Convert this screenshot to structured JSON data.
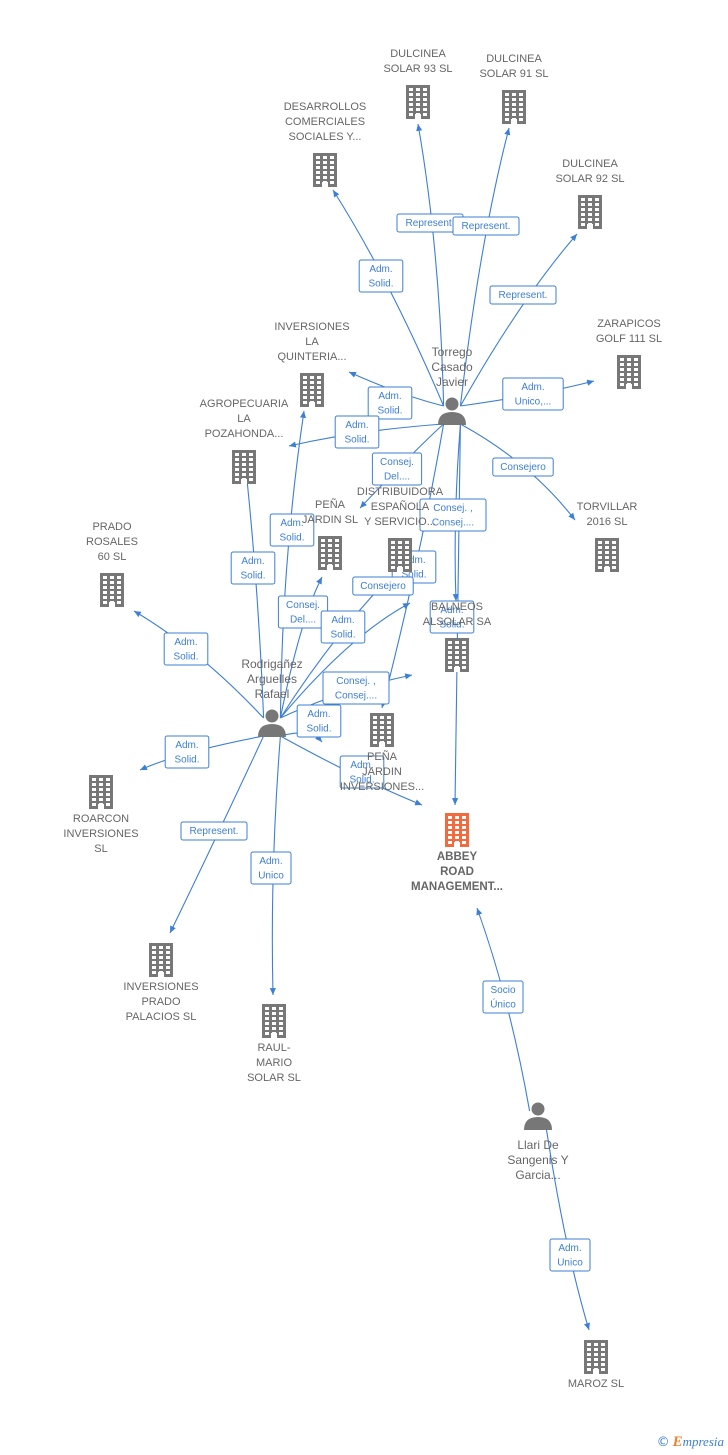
{
  "colors": {
    "edge": "#3d7fd4",
    "node": "#777777",
    "highlight": "#f26a3d",
    "text": "#666666"
  },
  "companies": [
    {
      "id": "dulcinea93",
      "lines": [
        "DULCINEA",
        "SOLAR 93 SL"
      ],
      "highlight": false
    },
    {
      "id": "dulcinea91",
      "lines": [
        "DULCINEA",
        "SOLAR 91 SL"
      ],
      "highlight": false
    },
    {
      "id": "desarrollos",
      "lines": [
        "DESARROLLOS",
        "COMERCIALES",
        "SOCIALES Y..."
      ],
      "highlight": false
    },
    {
      "id": "dulcinea92",
      "lines": [
        "DULCINEA",
        "SOLAR 92 SL"
      ],
      "highlight": false
    },
    {
      "id": "quinteria",
      "lines": [
        "INVERSIONES",
        "LA",
        "QUINTERIA..."
      ],
      "highlight": false
    },
    {
      "id": "zarapicos",
      "lines": [
        "ZARAPICOS",
        "GOLF 111 SL"
      ],
      "highlight": false
    },
    {
      "id": "pozahonda",
      "lines": [
        "AGROPECUARIA",
        "LA",
        "POZAHONDA..."
      ],
      "highlight": false
    },
    {
      "id": "distribuidora",
      "lines": [
        "DISTRIBUIDORA",
        "ESPAÑOLA",
        "Y SERVICIO..."
      ],
      "highlight": false
    },
    {
      "id": "pena_jardin",
      "lines": [
        "PEÑA",
        "JARDIN  SL"
      ],
      "highlight": false
    },
    {
      "id": "torvillar",
      "lines": [
        "TORVILLAR",
        "2016  SL"
      ],
      "highlight": false
    },
    {
      "id": "prado60",
      "lines": [
        "PRADO",
        "ROSALES",
        "60  SL"
      ],
      "highlight": false
    },
    {
      "id": "alsolar",
      "lines": [
        "BALNEOS",
        "ALSOLAR SA"
      ],
      "highlight": false
    },
    {
      "id": "pena_inv",
      "lines": [
        "PEÑA",
        "JARDIN",
        "INVERSIONES..."
      ],
      "highlight": false
    },
    {
      "id": "roarcon",
      "lines": [
        "ROARCON",
        "INVERSIONES",
        "SL"
      ],
      "highlight": false
    },
    {
      "id": "abbey",
      "lines": [
        "ABBEY",
        "ROAD",
        "MANAGEMENT..."
      ],
      "highlight": true
    },
    {
      "id": "prado_palacios",
      "lines": [
        "INVERSIONES",
        "PRADO",
        "PALACIOS  SL"
      ],
      "highlight": false
    },
    {
      "id": "raul",
      "lines": [
        "RAUL-",
        "MARIO",
        "SOLAR SL"
      ],
      "highlight": false
    },
    {
      "id": "maroz",
      "lines": [
        "MAROZ  SL"
      ],
      "highlight": false
    }
  ],
  "persons": [
    {
      "id": "torrego",
      "lines": [
        "Torrego",
        "Casado",
        "Javier"
      ]
    },
    {
      "id": "rodriganez",
      "lines": [
        "Rodrigañez",
        "Arguelles",
        "Rafael"
      ]
    },
    {
      "id": "llari",
      "lines": [
        "Llari De",
        "Sangenis Y",
        "Garcia..."
      ]
    }
  ],
  "edges": [
    {
      "from": "torrego",
      "to": "dulcinea93",
      "label": [
        "Represent."
      ]
    },
    {
      "from": "torrego",
      "to": "dulcinea91",
      "label": [
        "Represent."
      ]
    },
    {
      "from": "torrego",
      "to": "desarrollos",
      "label": [
        "Adm.",
        "Solid."
      ]
    },
    {
      "from": "torrego",
      "to": "dulcinea92",
      "label": [
        "Represent."
      ]
    },
    {
      "from": "torrego",
      "to": "zarapicos",
      "label": [
        "Adm.",
        "Unico,..."
      ]
    },
    {
      "from": "torrego",
      "to": "quinteria",
      "label": [
        "Adm.",
        "Solid."
      ]
    },
    {
      "from": "torrego",
      "to": "pozahonda",
      "label": [
        "Adm.",
        "Solid."
      ]
    },
    {
      "from": "torrego",
      "to": "distribuidora",
      "label": [
        "Consej.",
        "Del...."
      ]
    },
    {
      "from": "torrego",
      "to": "torvillar",
      "label": [
        "Consejero"
      ]
    },
    {
      "from": "torrego",
      "to": "alsolar",
      "label": [
        "Consej. ,",
        "Consej...."
      ]
    },
    {
      "from": "torrego",
      "to": "pena_inv",
      "label": [
        "Adm.",
        "Solid."
      ]
    },
    {
      "from": "torrego",
      "to": "abbey",
      "label": [
        "Adm.",
        "Solid."
      ]
    },
    {
      "from": "rodriganez",
      "to": "quinteria",
      "label": [
        "Adm.",
        "Solid."
      ]
    },
    {
      "from": "rodriganez",
      "to": "pozahonda",
      "label": [
        "Adm.",
        "Solid."
      ]
    },
    {
      "from": "rodriganez",
      "to": "pena_jardin",
      "label": [
        "Consej.",
        "Del...."
      ]
    },
    {
      "from": "rodriganez",
      "to": "distribuidora",
      "label": [
        "Adm.",
        "Solid."
      ]
    },
    {
      "from": "rodriganez",
      "to": "prado60",
      "label": [
        "Adm.",
        "Solid."
      ]
    },
    {
      "from": "rodriganez",
      "to": "alsolar",
      "label": [
        "Consejero"
      ]
    },
    {
      "from": "rodriganez",
      "to": "pena_inv",
      "label": [
        "Consej. ,",
        "Consej...."
      ]
    },
    {
      "from": "rodriganez",
      "to": "abbey",
      "label": [
        "Adm.",
        "Solid."
      ]
    },
    {
      "from": "rodriganez",
      "to": "pena_inv_b",
      "label": [
        "Adm.",
        "Solid."
      ]
    },
    {
      "from": "rodriganez",
      "to": "roarcon",
      "label": [
        "Adm.",
        "Solid."
      ]
    },
    {
      "from": "rodriganez",
      "to": "prado_palacios",
      "label": [
        "Represent."
      ]
    },
    {
      "from": "rodriganez",
      "to": "raul",
      "label": [
        "Adm.",
        "Unico"
      ]
    },
    {
      "from": "llari",
      "to": "abbey",
      "label": [
        "Socio",
        "Único"
      ]
    },
    {
      "from": "llari",
      "to": "maroz",
      "label": [
        "Adm.",
        "Unico"
      ]
    }
  ],
  "footer": {
    "copyright": "©",
    "brand_first": "E",
    "brand_rest": "mpresia"
  }
}
